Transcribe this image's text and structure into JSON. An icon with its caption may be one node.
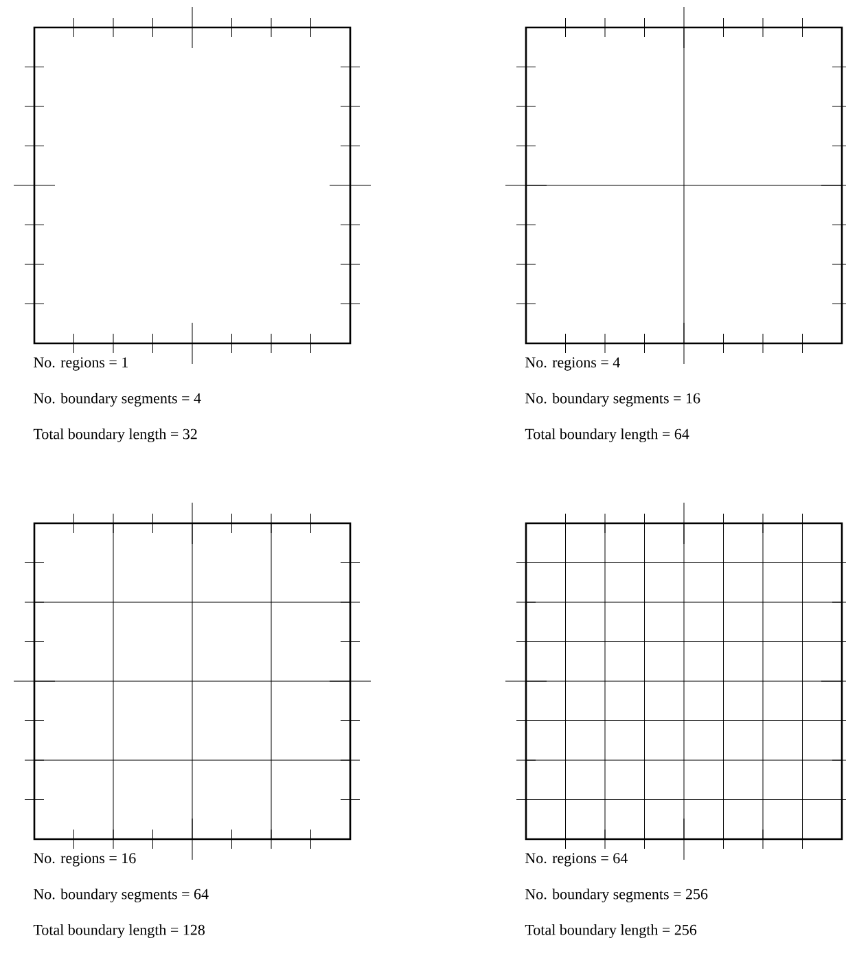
{
  "diagram": {
    "labels": [
      "No. regions = 1",
      "No. boundary segments = 4",
      "Total boundary length = 32",
      "No. regions = 4",
      "No. boundary segments = 16",
      "Total boundary length = 64",
      "No. regions = 16",
      "No. boundary segments = 64",
      "Total boundary length = 128",
      "No. regions = 64",
      "No. boundary segments = 256",
      "Total boundary length = 256"
    ]
  }
}
